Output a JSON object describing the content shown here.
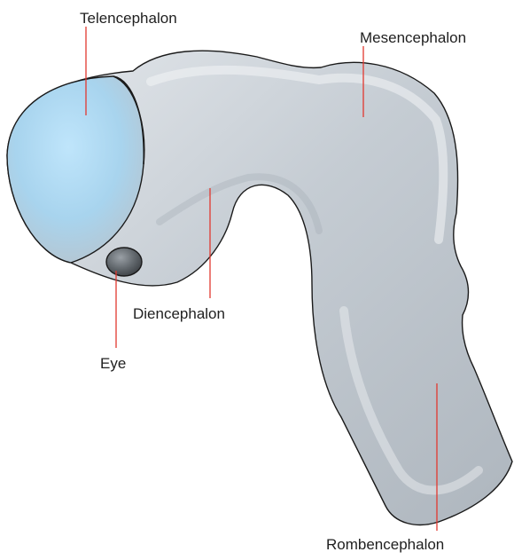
{
  "labels": {
    "telencephalon": "Telencephalon",
    "mesencephalon": "Mesencephalon",
    "diencephalon": "Diencephalon",
    "eye": "Eye",
    "rombencephalon": "Rombencephalon"
  },
  "colors": {
    "tube_fill": "#c4cbd2",
    "tube_highlight": "#e3e7ec",
    "tube_shadow": "#9aa3ad",
    "telencephalon_fill": "#a9d6f1",
    "eye_fill": "#5d6267",
    "outline": "#1a1a1a",
    "leader_line": "#e2382f"
  }
}
